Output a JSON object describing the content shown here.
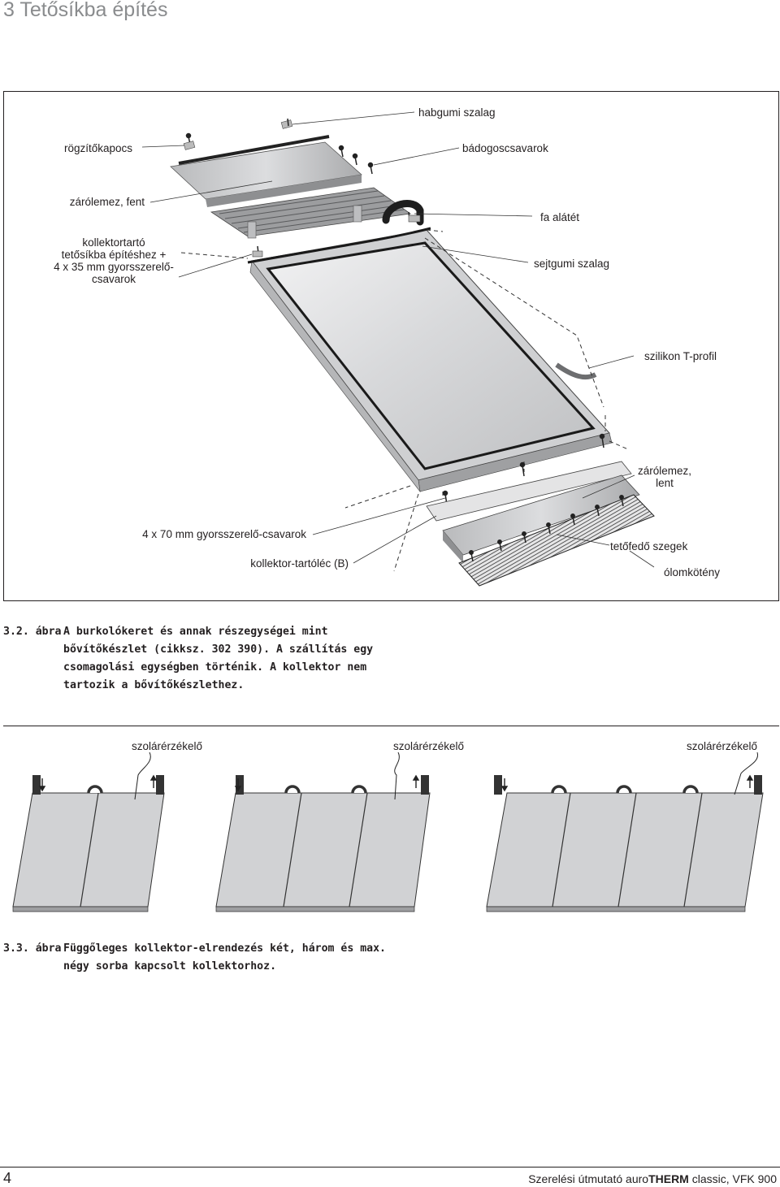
{
  "header": {
    "section_title": "3 Tetősíkba építés"
  },
  "figure1": {
    "labels": {
      "habgumi": "habgumi szalag",
      "rogzito": "rögzítőkapocs",
      "badogos": "bádogoscsavarok",
      "zarolemez_fent": "zárólemez, fent",
      "fa_alatet": "fa alátét",
      "kollektortarto_1": "kollektortartó",
      "kollektortarto_2": "tetősíkba építéshez +",
      "kollektortarto_3": "4 x 35 mm gyorsszerelő-",
      "kollektortarto_4": "csavarok",
      "sejtgumi": "sejtgumi szalag",
      "szilikon": "szilikon T-profil",
      "zarolemez_lent_1": "zárólemez,",
      "zarolemez_lent_2": "lent",
      "gyorscsavar": "4 x 70 mm gyorsszerelő-csavarok",
      "tetofedo": "tetőfedő szegek",
      "kollektor_tartolec": "kollektor-tartóléc (B)",
      "olomkoteny": "ólomkötény"
    },
    "caption": {
      "number": "3.2. ábra",
      "text": "A burkolókeret és annak részegységei mint\nbővítőkészlet (cikksz. 302 390). A szállítás egy\ncsomagolási egységben történik. A kollektor nem\ntartozik a bővítőkészlethez."
    }
  },
  "figure2": {
    "sensor_labels": [
      "szolárérzékelő",
      "szolárérzékelő",
      "szolárérzékelő"
    ],
    "groups": [
      {
        "panels": 2
      },
      {
        "panels": 3
      },
      {
        "panels": 4
      }
    ],
    "caption": {
      "number": "3.3. ábra",
      "text": "Függőleges kollektor-elrendezés két, három és max.\nnégy sorba kapcsolt kollektorhoz."
    }
  },
  "footer": {
    "page_number": "4",
    "doc_prefix": "Szerelési útmutató auro",
    "doc_brand": "THERM",
    "doc_suffix": " classic, VFK 900"
  },
  "colors": {
    "text": "#231f20",
    "title_gray": "#8a8c8e",
    "panel_fill": "#d1d2d4",
    "metal_fill": "#c9cacc",
    "dark_strip": "#2b2a2a"
  }
}
